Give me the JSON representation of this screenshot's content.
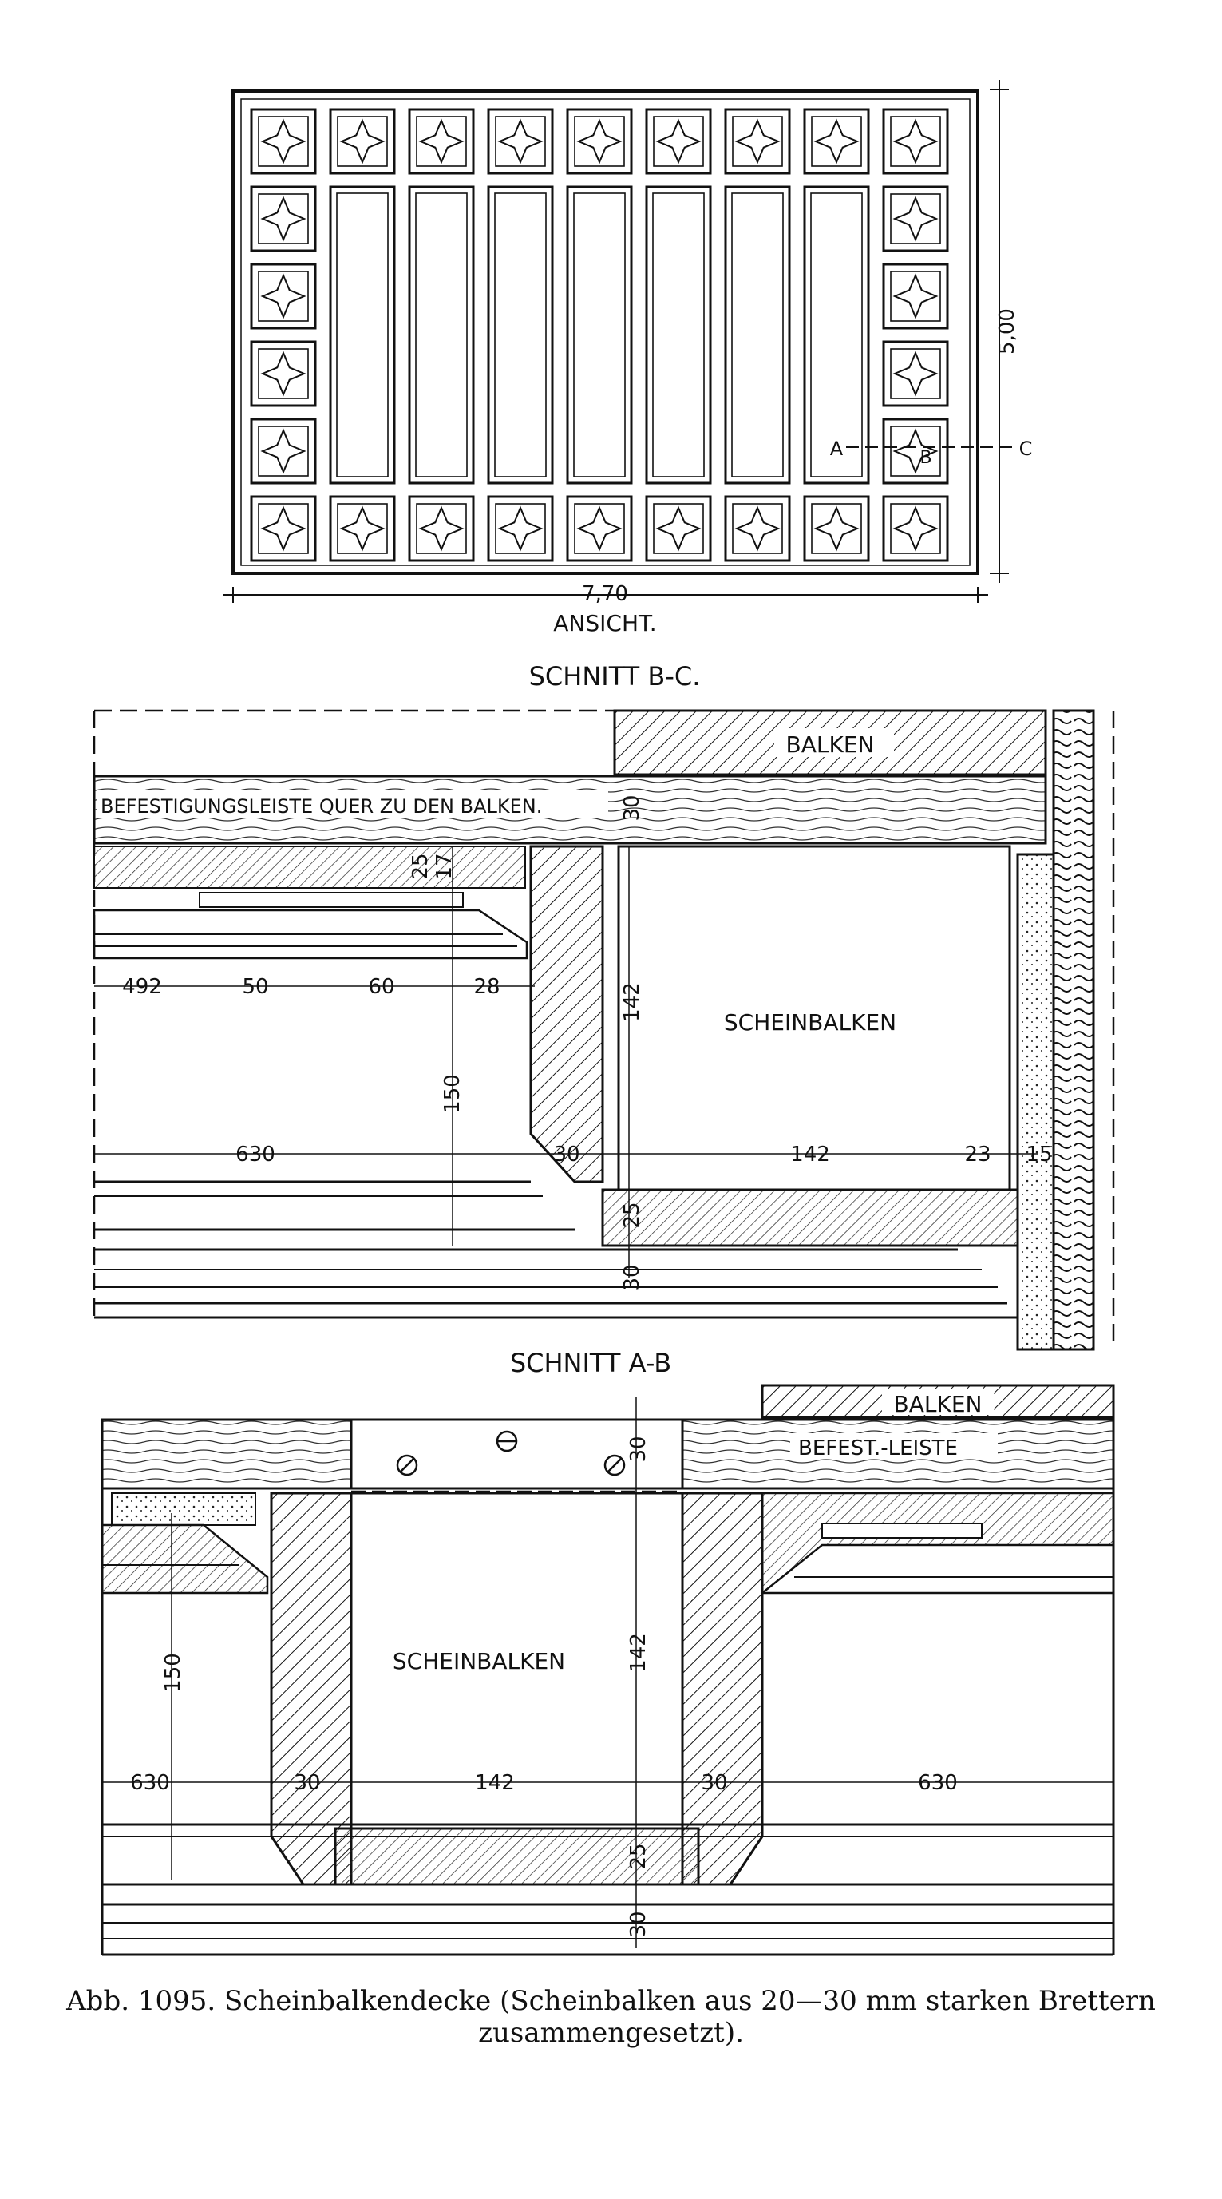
{
  "ansicht": {
    "label": "ANSICHT.",
    "width_dim": "7,70",
    "height_dim": "5,00",
    "marker_a": "A",
    "marker_b": "B",
    "marker_c": "C"
  },
  "schnitt_bc": {
    "title": "SCHNITT B-C.",
    "balken": "BALKEN",
    "leiste": "BEFESTIGUNGSLEISTE QUER ZU DEN BALKEN.",
    "scheinbalken": "SCHEINBALKEN",
    "dims": {
      "d492": "492",
      "d50": "50",
      "d60": "60",
      "d28": "28",
      "d142v": "142",
      "d150": "150",
      "d630": "630",
      "d30a": "30",
      "d142h": "142",
      "d23": "23",
      "d15": "15",
      "d30top": "30",
      "d25": "25",
      "d17": "17",
      "d25b": "25",
      "d30b": "30"
    }
  },
  "schnitt_ab": {
    "title": "SCHNITT A-B",
    "balken": "BALKEN",
    "leiste": "BEFEST.-LEISTE",
    "scheinbalken": "SCHEINBALKEN",
    "dims": {
      "d30top": "30",
      "d142v": "142",
      "d150": "150",
      "d630l": "630",
      "d30l": "30",
      "d142h": "142",
      "d30r": "30",
      "d630r": "630",
      "d25": "25",
      "d30b": "30"
    }
  },
  "caption": "Abb. 1095. Scheinbalkendecke (Scheinbalken aus 20—30 mm starken Brettern zusammengesetzt)."
}
